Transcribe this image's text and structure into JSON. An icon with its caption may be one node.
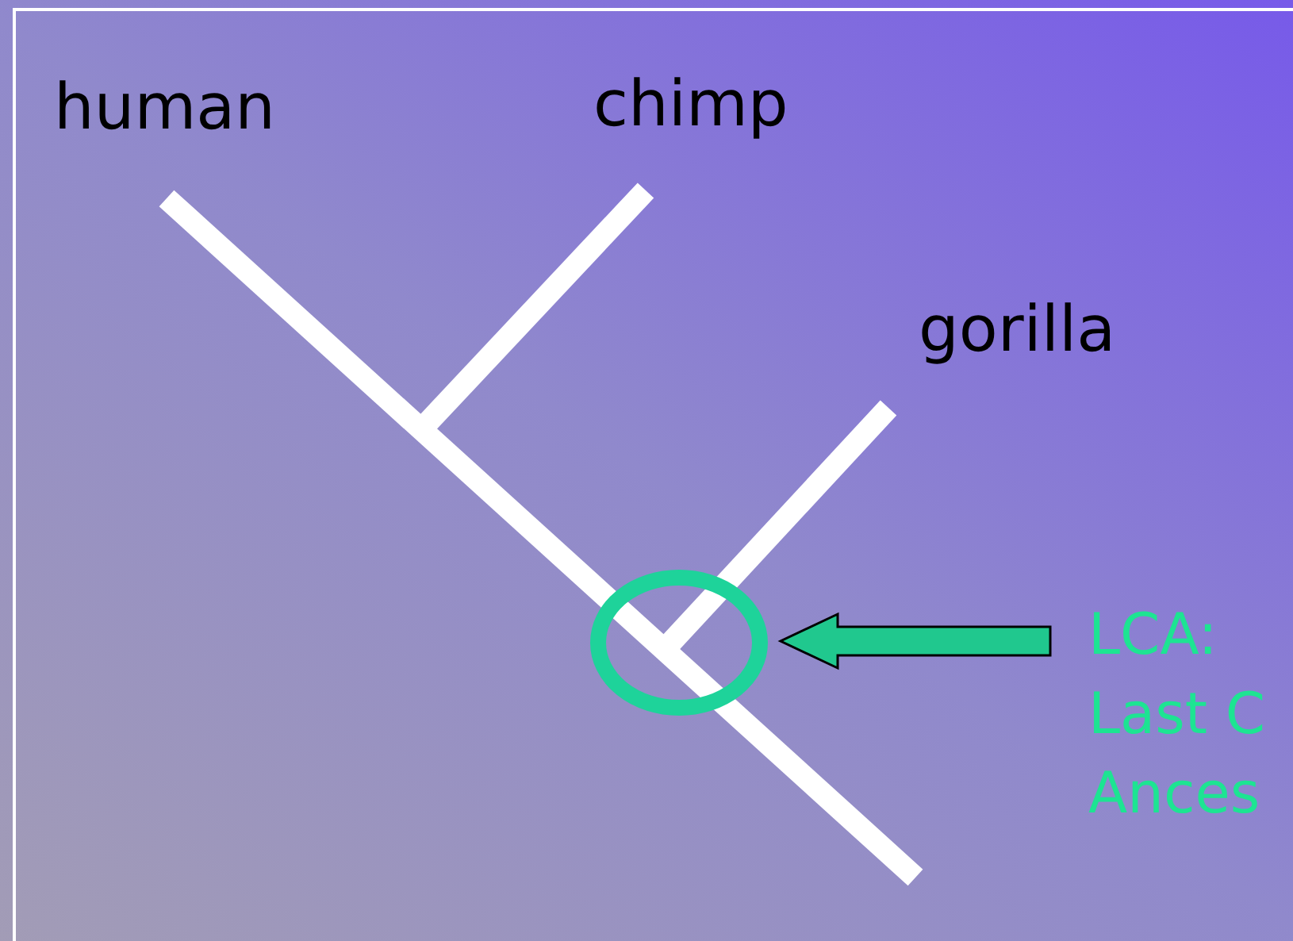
{
  "diagram": {
    "nodes": [
      {
        "text": [
          "LCA: Last C Ances"
        ]
      },
      {
        "text": [],
        "shape": "circle"
      }
    ],
    "edges": [
      {
        "from": 0,
        "to": 1,
        "arrow": "to"
      }
    ],
    "labels": [
      "human",
      "chimp",
      "gorilla"
    ]
  }
}
